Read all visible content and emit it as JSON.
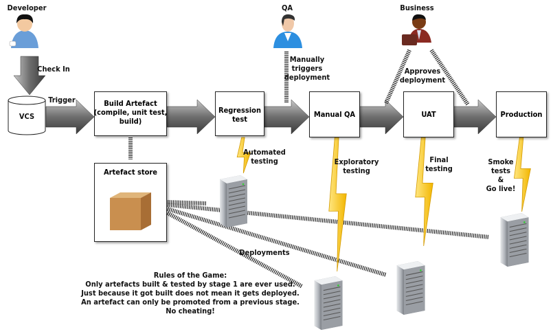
{
  "actors": {
    "developer": "Developer",
    "qa": "QA",
    "business": "Business"
  },
  "labels": {
    "check_in": "Check In",
    "trigger": "Trigger",
    "manually_triggers": "Manually\ntriggers\ndeployment",
    "approves": "Approves\ndeployment",
    "automated_testing": "Automated\ntesting",
    "exploratory_testing": "Exploratory\ntesting",
    "final_testing": "Final\ntesting",
    "smoke_tests": "Smoke\ntests\n&\nGo live!",
    "deployments": "Deployments"
  },
  "stages": {
    "vcs": "VCS",
    "build": "Build Artefact\n(compile, unit test,\nbuild)",
    "regression": "Regression\ntest",
    "manual_qa": "Manual QA",
    "uat": "UAT",
    "production": "Production",
    "artefact_store": "Artefact store"
  },
  "rules": {
    "title": "Rules of the Game:",
    "lines": [
      "Only artefacts built & tested by stage 1 are ever used.",
      "Just because it got built does not mean it gets deployed.",
      "An artefact can only be promoted from a previous stage.",
      "No cheating!"
    ]
  },
  "colors": {
    "arrow": "#777777",
    "bolt": "#f5c400",
    "server": "#b8bcc2"
  }
}
